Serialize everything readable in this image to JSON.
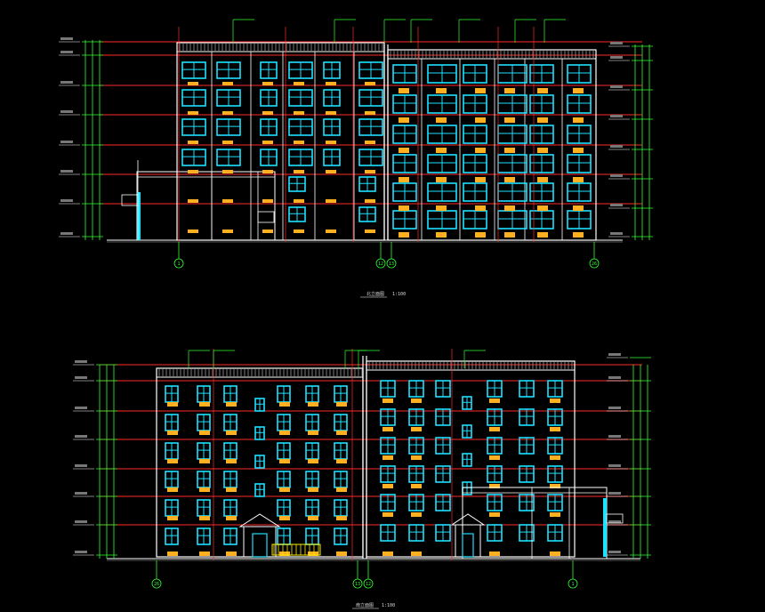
{
  "drawings": [
    {
      "id": "upper",
      "title": "北立面图",
      "scale": "1:100",
      "grid_labels": [
        "1",
        "12",
        "13",
        "26"
      ]
    },
    {
      "id": "lower",
      "title": "南立面图",
      "scale": "1:100",
      "grid_labels": [
        "26",
        "13",
        "12",
        "1"
      ]
    }
  ],
  "colors": {
    "background": "#000000",
    "window": "#1ee0ff",
    "balcony": "#ffb020",
    "datum": "#ff2a2a",
    "dimension": "#33ff33",
    "outline": "#ffffff",
    "leader": "#33ff33"
  }
}
